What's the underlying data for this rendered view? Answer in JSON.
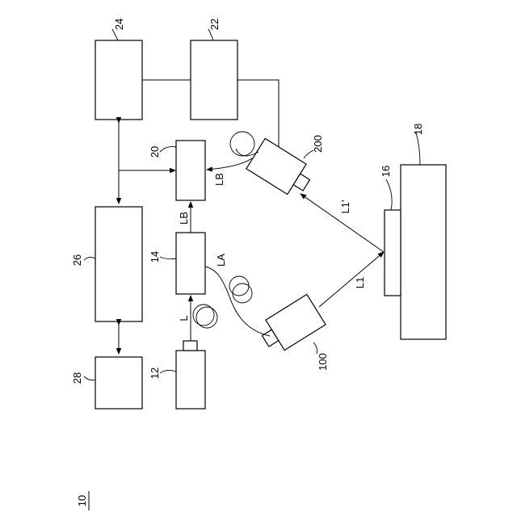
{
  "figure": {
    "system_ref": "10",
    "refs": {
      "r24": "24",
      "r22": "22",
      "r20": "20",
      "r200": "200",
      "r18": "18",
      "r16": "16",
      "r26": "26",
      "r14": "14",
      "r28": "28",
      "r12": "12",
      "r100": "100"
    },
    "beams": {
      "L": "L",
      "LA": "LA",
      "LB_mid": "LB",
      "LB_out": "LB",
      "L1": "L1",
      "L1p": "L1'"
    }
  }
}
